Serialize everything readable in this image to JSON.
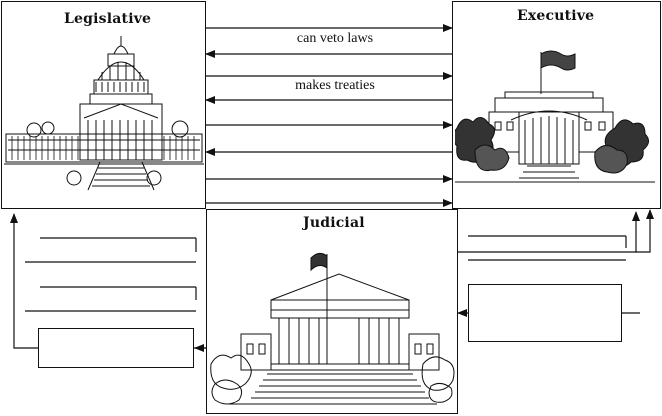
{
  "branches": {
    "legislative": {
      "label": "Legislative"
    },
    "executive": {
      "label": "Executive"
    },
    "judicial": {
      "label": "Judicial"
    }
  },
  "arrows": {
    "veto_label": "can veto laws",
    "treaties_label": "makes treaties"
  },
  "colors": {
    "ink": "#111111",
    "paper": "#ffffff"
  },
  "icons": {
    "legislative": "capitol-building-icon",
    "executive": "white-house-icon",
    "judicial": "supreme-court-icon"
  }
}
